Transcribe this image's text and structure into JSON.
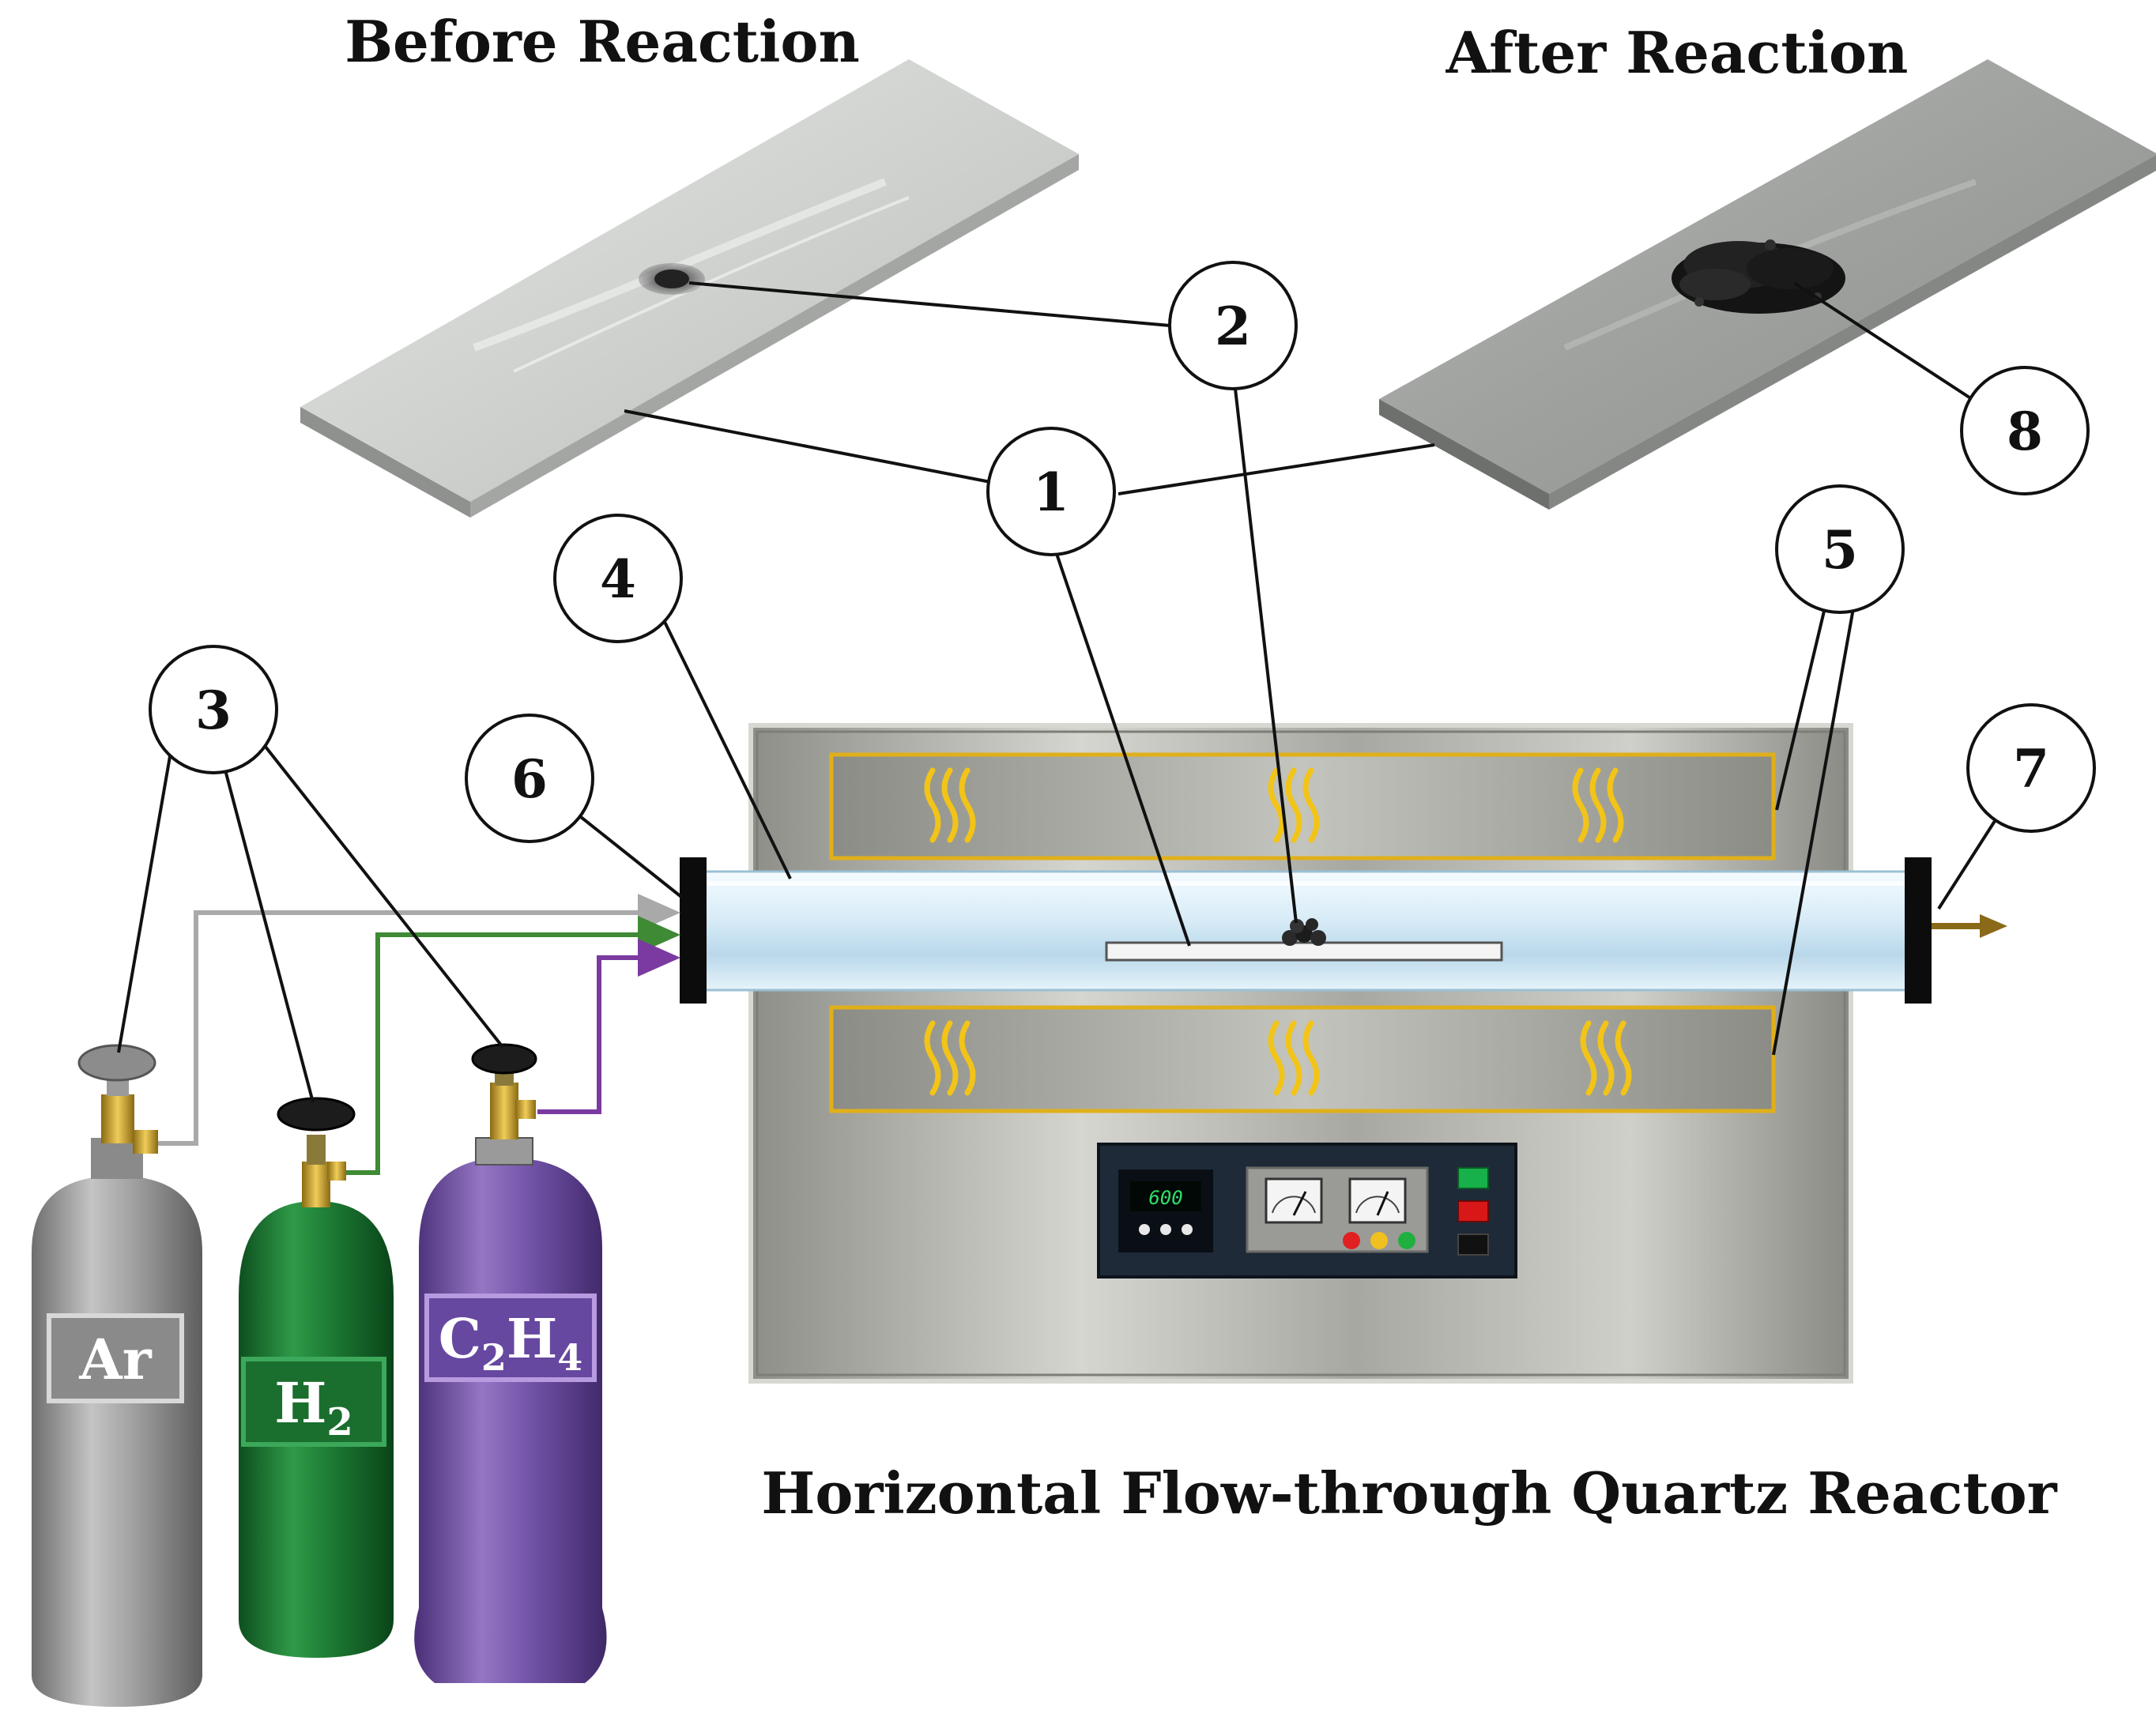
{
  "headings": {
    "before": "Before Reaction",
    "after": "After Reaction",
    "reactor_title": "Horizontal Flow-through Quartz Reactor"
  },
  "callouts": [
    "1",
    "2",
    "3",
    "4",
    "5",
    "6",
    "7",
    "8"
  ],
  "cylinders": {
    "argon": {
      "label": "Ar",
      "color": "#9a9a9a",
      "line_color": "#a9a9a9"
    },
    "hydrogen": {
      "label_main": "H",
      "label_sub": "2",
      "color": "#1f7a33",
      "line_color": "#3f8a35"
    },
    "ethylene": {
      "label_c": "C",
      "label_c_sub": "2",
      "label_h": "H",
      "label_h_sub": "4",
      "color": "#6e4aa0",
      "line_color": "#7a3aa0"
    }
  },
  "controller": {
    "display_value": "600"
  },
  "colors": {
    "furnace": "#b8b8b2",
    "heater_border": "#e0b01a",
    "heater_wave": "#f2c418",
    "quartz_tube": "#cfe6f2",
    "outlet_arrow": "#8a6a18",
    "panel": "#1e2a38"
  }
}
